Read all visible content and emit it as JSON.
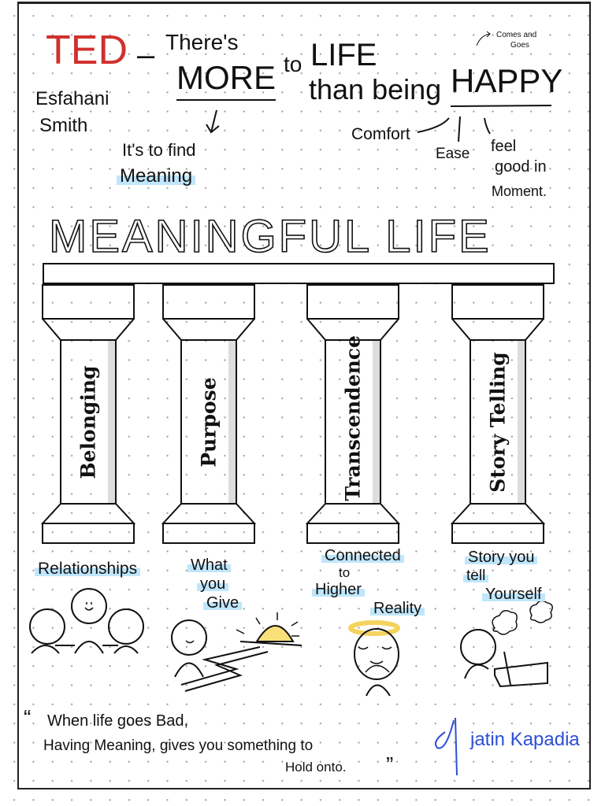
{
  "header": {
    "brand": "TED",
    "dash": "–",
    "title_parts": [
      "There's",
      "MORE",
      "to",
      "LIFE",
      "than being",
      "HAPPY"
    ],
    "speaker_first": "Esfahani",
    "speaker_last": "Smith",
    "note_comes": "Comes and",
    "note_goes": "Goes",
    "meaning_line1": "It's to find",
    "meaning_line2": "Meaning",
    "happy_aspects": [
      "Comfort",
      "Ease",
      "feel",
      "good in",
      "Moment."
    ]
  },
  "main": {
    "title": "MEANINGFUL LIFE",
    "pillars": [
      {
        "label": "Belonging",
        "caption": [
          "Relationships"
        ]
      },
      {
        "label": "Purpose",
        "caption": [
          "What",
          "you",
          "Give"
        ]
      },
      {
        "label": "Transcendence",
        "caption": [
          "Connected",
          "to",
          "Higher",
          "Reality"
        ]
      },
      {
        "label": "Story Telling",
        "caption": [
          "Story you",
          "tell",
          "Yourself"
        ]
      }
    ]
  },
  "quote": {
    "open": "“",
    "line1": "When life goes Bad,",
    "line2": "Having Meaning, gives you something to",
    "line3": "Hold onto.",
    "close": "”"
  },
  "signature": "jatin Kapadia",
  "colors": {
    "ted_red": "#d0312d",
    "highlight": "#bfe6fb",
    "sun": "#fbe07a",
    "signature": "#2d4fd6"
  }
}
